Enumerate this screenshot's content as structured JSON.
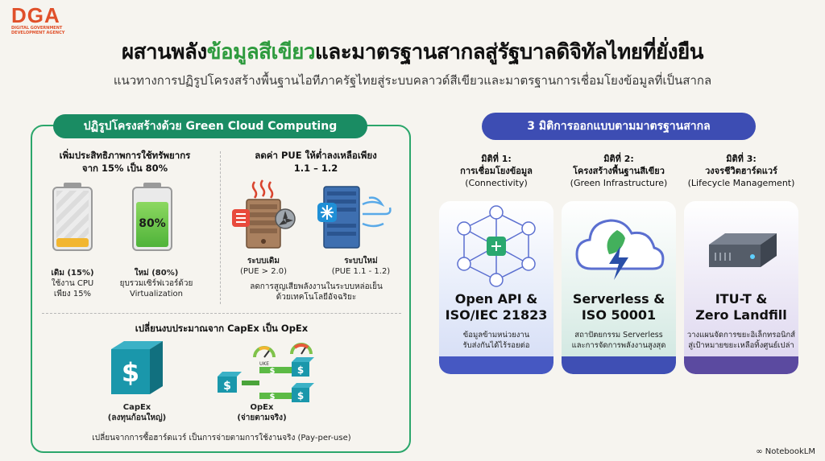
{
  "logo": {
    "mark": "DGA",
    "sub1": "DIGITAL GOVERNMENT",
    "sub2": "DEVELOPMENT AGENCY"
  },
  "title": {
    "pre": "ผสานพลัง",
    "highlight": "ข้อมูลสีเขียว",
    "post": "และมาตรฐานสากลสู่รัฐบาลดิจิทัลไทยที่ยั่งยืน"
  },
  "subtitle": "แนวทางการปฏิรูปโครงสร้างพื้นฐานไอทีภาครัฐไทยสู่ระบบคลาวด์สีเขียวและมาตรฐานการเชื่อมโยงข้อมูลที่เป็นสากล",
  "left": {
    "pill": "ปฏิรูปโครงสร้างด้วย Green Cloud Computing",
    "efficiency": {
      "head1": "เพิ่มประสิทธิภาพการใช้ทรัพยากร",
      "head2": "จาก 15% เป็น 80%",
      "old": {
        "fill_percent": 15,
        "title": "เดิม (15%)",
        "line1": "ใช้งาน CPU",
        "line2": "เพียง 15%"
      },
      "new": {
        "fill_percent": 80,
        "bar_text": "80%",
        "title": "ใหม่ (80%)",
        "line1": "ยุบรวมเซิร์ฟเวอร์ด้วย",
        "line2": "Virtualization"
      }
    },
    "pue": {
      "head1": "ลดค่า PUE ให้ต่ำลงเหลือเพียง",
      "head2": "1.1 – 1.2",
      "old": {
        "title": "ระบบเดิม",
        "value": "(PUE > 2.0)"
      },
      "new": {
        "title": "ระบบใหม่",
        "value": "(PUE 1.1 - 1.2)"
      },
      "note1": "ลดการสูญเสียพลังงานในระบบหล่อเย็น",
      "note2": "ด้วยเทคโนโลยีอัจฉริยะ"
    },
    "budget": {
      "head": "เปลี่ยนงบประมาณจาก CapEx เป็น OpEx",
      "capex": {
        "title": "CapEx",
        "sub": "(ลงทุนก้อนใหญ่)"
      },
      "opex": {
        "title": "OpEx",
        "sub": "(จ่ายตามจริง)",
        "gauge": "UKE"
      },
      "footer": "เปลี่ยนจากการซื้อฮาร์ดแวร์ เป็นการจ่ายตามการใช้งานจริง (Pay-per-use)"
    }
  },
  "right": {
    "pill": "3 มิติการออกแบบตามมาตรฐานสากล",
    "dims": [
      {
        "num": "มิติที่ 1:",
        "name": "การเชื่อมโยงข้อมูล",
        "en": "(Connectivity)",
        "label1": "Open API &",
        "label2": "ISO/IEC 21823",
        "desc1": "ข้อมูลข้ามหน่วยงาน",
        "desc2": "รับส่งกันได้ไร้รอยต่อ"
      },
      {
        "num": "มิติที่ 2:",
        "name": "โครงสร้างพื้นฐานสีเขียว",
        "en": "(Green Infrastructure)",
        "label1": "Serverless &",
        "label2": "ISO 50001",
        "desc1": "สถาปัตยกรรม Serverless",
        "desc2": "และการจัดการพลังงานสูงสุด"
      },
      {
        "num": "มิติที่ 3:",
        "name": "วงจรชีวิตฮาร์ดแวร์",
        "en": "(Lifecycle Management)",
        "label1": "ITU-T &",
        "label2": "Zero Landfill",
        "desc1": "วางแผนจัดการขยะอิเล็กทรอนิกส์",
        "desc2": "สู่เป้าหมายขยะเหลือทิ้งศูนย์เปล่า"
      }
    ]
  },
  "brand": "NotebookLM",
  "colors": {
    "green": "#2e9b3e",
    "teal": "#1a8c63",
    "indigo": "#3d4db3",
    "orange": "#e0502a",
    "purple": "#5b4aa0"
  }
}
